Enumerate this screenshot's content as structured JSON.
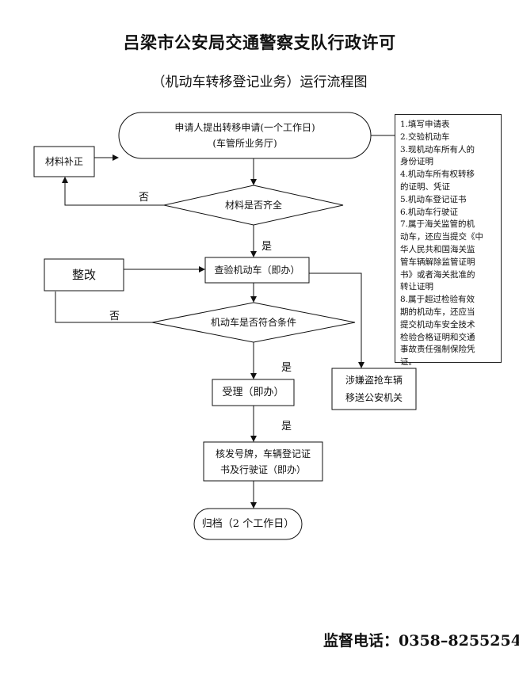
{
  "header": {
    "title": "吕梁市公安局交通警察支队行政许可",
    "subtitle": "（机动车转移登记业务）运行流程图"
  },
  "flowchart": {
    "apply": {
      "line1": "申请人提出转移申请(一个工作日)",
      "line2": "(车管所业务厅)"
    },
    "supplement": "材料补正",
    "check_docs": "材料是否齐全",
    "rectify": "整改",
    "inspect": "查验机动车（即办）",
    "check_vehicle": "机动车是否符合条件",
    "accept": "受理（即办）",
    "issue": {
      "line1": "核发号牌，车辆登记证",
      "line2": "书及行驶证（即办）"
    },
    "archive": "归档（2 个工作日）",
    "police": {
      "line1": "涉嫌盗抢车辆",
      "line2": "移送公安机关"
    },
    "labels": {
      "no1": "否",
      "yes1": "是",
      "no2": "否",
      "yes2": "是",
      "yes3": "是"
    }
  },
  "requirements": [
    "1.填写申请表",
    "2.交验机动车",
    "3.现机动车所有人的",
    "身份证明",
    "4.机动车所有权转移",
    "的证明、凭证",
    "5.机动车登记证书",
    "6.机动车行驶证",
    "7.属于海关监管的机",
    "动车，还应当提交《中",
    "华人民共和国海关监",
    "管车辆解除监管证明",
    "书》或者海关批准的",
    "转让证明",
    "8.属于超过检验有效",
    "期的机动车，还应当",
    "提交机动车安全技术",
    "检验合格证明和交通",
    "事故责任强制保险凭",
    "证。"
  ],
  "footer": {
    "hotline": "监督电话：0358–8255254"
  }
}
